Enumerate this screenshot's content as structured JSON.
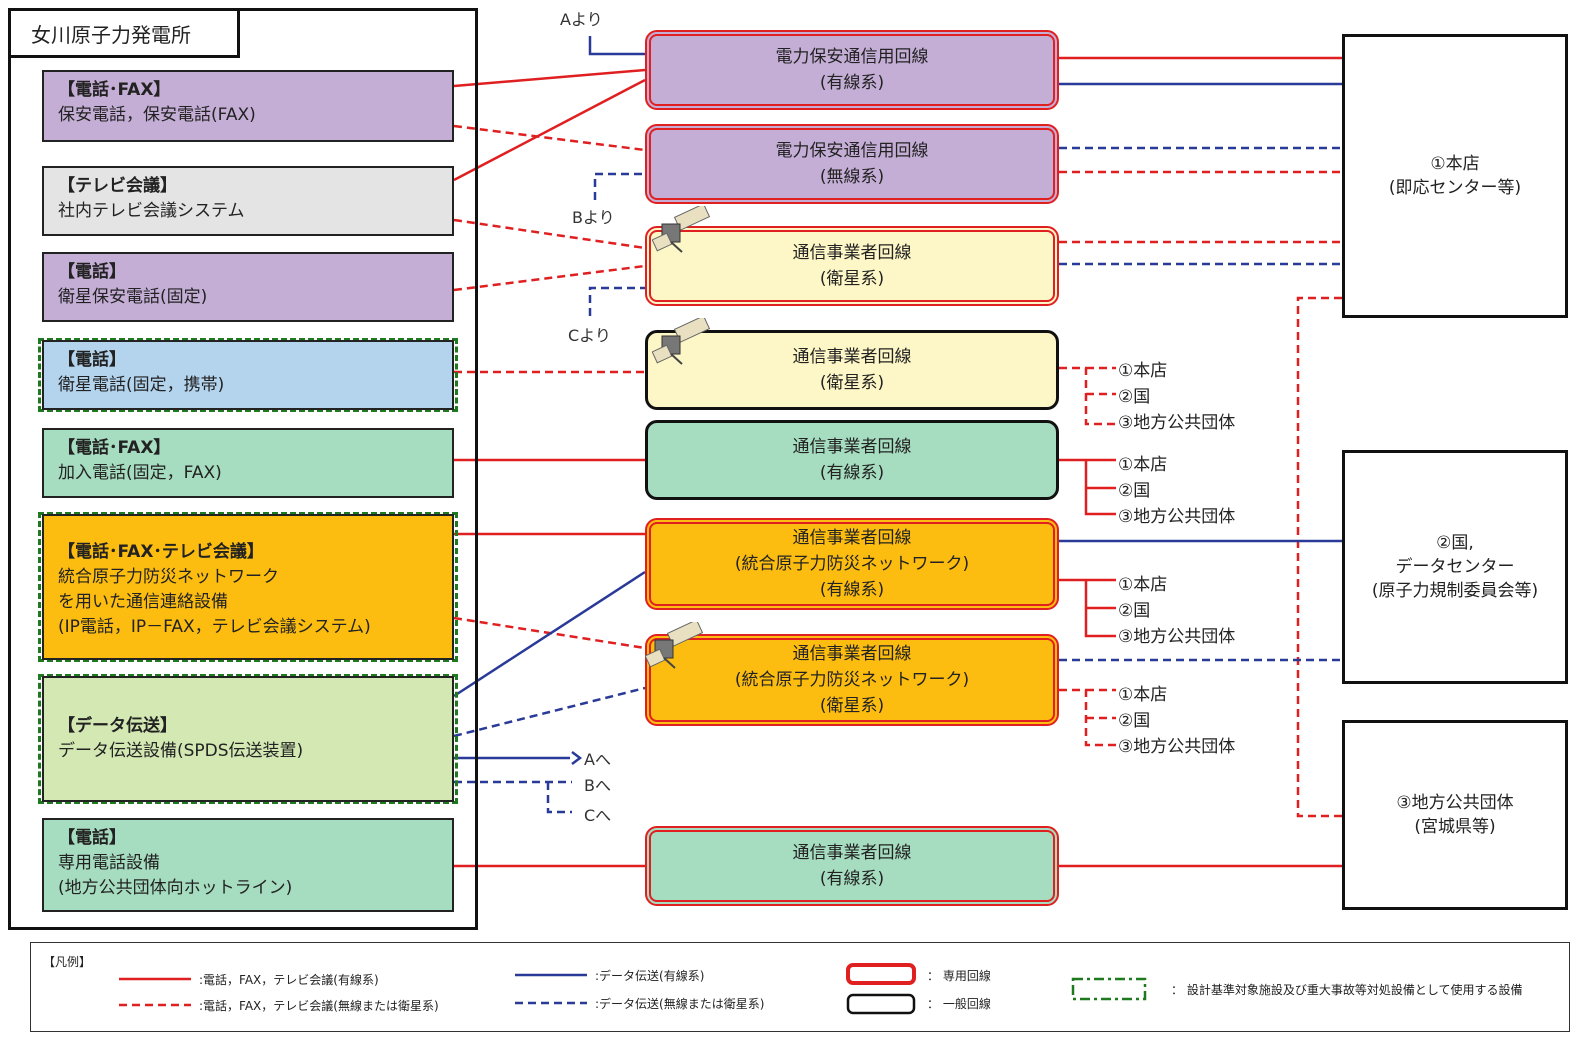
{
  "colors": {
    "purple": "#c4aed6",
    "gray": "#e4e4e4",
    "blue": "#b4d4ee",
    "green": "#a6dcbf",
    "orange": "#fdbd10",
    "lightgreen": "#d3e8b3",
    "yellow": "#fdf6c6",
    "red": "#e02020",
    "navy": "#2a3a98",
    "greenDash": "#1f7a1f"
  },
  "facility": {
    "title": "女川原子力発電所"
  },
  "equipment": [
    {
      "head": "【電話･FAX】",
      "text": "保安電話，保安電話(FAX)"
    },
    {
      "head": "【テレビ会議】",
      "text": "社内テレビ会議システム"
    },
    {
      "head": "【電話】",
      "text": "衛星保安電話(固定)"
    },
    {
      "head": "【電話】",
      "text": "衛星電話(固定，携帯)"
    },
    {
      "head": "【電話･FAX】",
      "text": "加入電話(固定，FAX)"
    },
    {
      "head": "【電話･FAX･テレビ会議】",
      "text": "統合原子力防災ネットワーク\nを用いた通信連絡設備\n(IP電話，IP－FAX，テレビ会議システム)"
    },
    {
      "head": "【データ伝送】",
      "text": "データ伝送設備(SPDS伝送装置)"
    },
    {
      "head": "【電話】",
      "text": "専用電話設備\n(地方公共団体向ホットライン)"
    }
  ],
  "lines": [
    {
      "l1": "電力保安通信用回線",
      "l2": "(有線系)"
    },
    {
      "l1": "電力保安通信用回線",
      "l2": "(無線系)"
    },
    {
      "l1": "通信事業者回線",
      "l2": "(衛星系)"
    },
    {
      "l1": "通信事業者回線",
      "l2": "(衛星系)"
    },
    {
      "l1": "通信事業者回線",
      "l2": "(有線系)"
    },
    {
      "l1": "通信事業者回線",
      "l2": "(統合原子力防災ネットワーク)",
      "l3": "(有線系)"
    },
    {
      "l1": "通信事業者回線",
      "l2": "(統合原子力防災ネットワーク)",
      "l3": "(衛星系)"
    },
    {
      "l1": "通信事業者回線",
      "l2": "(有線系)"
    }
  ],
  "destinations": [
    {
      "l1": "①本店",
      "l2": "(即応センター等)"
    },
    {
      "l1": "②国,",
      "l2": "データセンター",
      "l3": "(原子力規制委員会等)"
    },
    {
      "l1": "③地方公共団体",
      "l2": "(宮城県等)"
    }
  ],
  "branch": [
    "①本店",
    "②国",
    "③地方公共団体"
  ],
  "refs": {
    "a_from": "Aより",
    "b_from": "Bより",
    "c_from": "Cより",
    "a_to": "Aへ",
    "b_to": "Bへ",
    "c_to": "Cへ"
  },
  "legend": {
    "title": "【凡例】",
    "red_solid": ":電話，FAX，テレビ会議(有線系)",
    "red_dash": ":電話，FAX，テレビ会議(無線または衛星系)",
    "blue_solid": ":データ伝送(有線系)",
    "blue_dash": ":データ伝送(無線または衛星系)",
    "dedicated": "： 専用回線",
    "general": "： 一般回線",
    "dbsa": "： 設計基準対象施設及び重大事故等対処設備として使用する設備"
  }
}
